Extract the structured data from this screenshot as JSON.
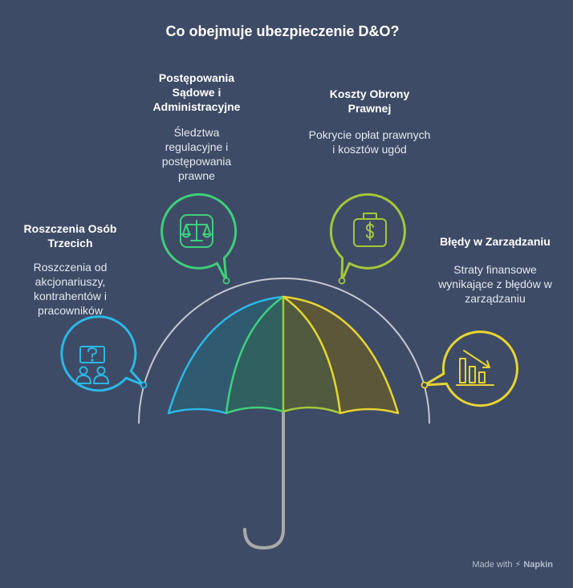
{
  "title": "Co obejmuje ubezpieczenie D&O?",
  "sections": [
    {
      "heading": "Roszczenia Osób Trzecich",
      "description": "Roszczenia od akcjonariuszy, kontrahentów i pracowników",
      "icon": "people-question-icon",
      "color": "#2bb7e6"
    },
    {
      "heading": "Postępowania Sądowe i Administracyjne",
      "description": "Śledztwa regulacyjne i postępowania prawne",
      "icon": "scales-icon",
      "color": "#3ecf7a"
    },
    {
      "heading": "Koszty Obrony Prawnej",
      "description": "Pokrycie opłat prawnych i kosztów ugód",
      "icon": "money-briefcase-icon",
      "color": "#a4c739"
    },
    {
      "heading": "Błędy w Zarządzaniu",
      "description": "Straty finansowe wynikające z błędów w zarządzaniu",
      "icon": "declining-chart-icon",
      "color": "#e8d431"
    }
  ],
  "footer": {
    "made_with": "Made with",
    "brand": "Napkin"
  }
}
